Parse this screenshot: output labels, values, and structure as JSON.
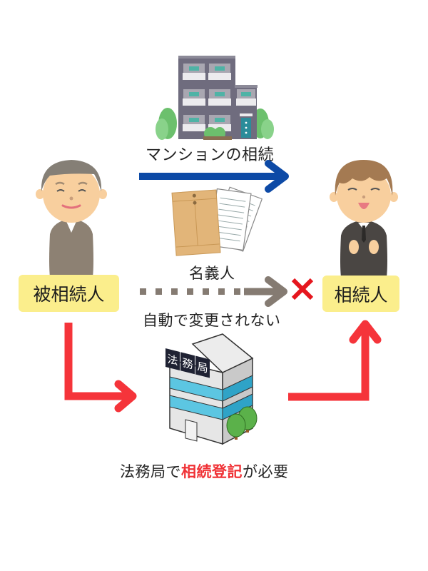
{
  "diagram": {
    "left_person": {
      "label": "被相続人"
    },
    "right_person": {
      "label": "相続人"
    },
    "top_flow": {
      "caption": "マンションの相続"
    },
    "middle_flow": {
      "caption": "名義人",
      "note": "自動で変更されない",
      "blocked_mark": "×"
    },
    "bottom_flow": {
      "building_sign": [
        "法",
        "務",
        "局"
      ],
      "caption_prefix": "法務局で",
      "caption_highlight": "相続登記",
      "caption_suffix": "が必要"
    }
  },
  "colors": {
    "blue_arrow": "#0d4aa6",
    "gray_arrow": "#857b72",
    "red_arrow": "#f5343a",
    "cross": "#e5161e",
    "label_bg": "#fbee8c",
    "highlight": "#f03236"
  }
}
